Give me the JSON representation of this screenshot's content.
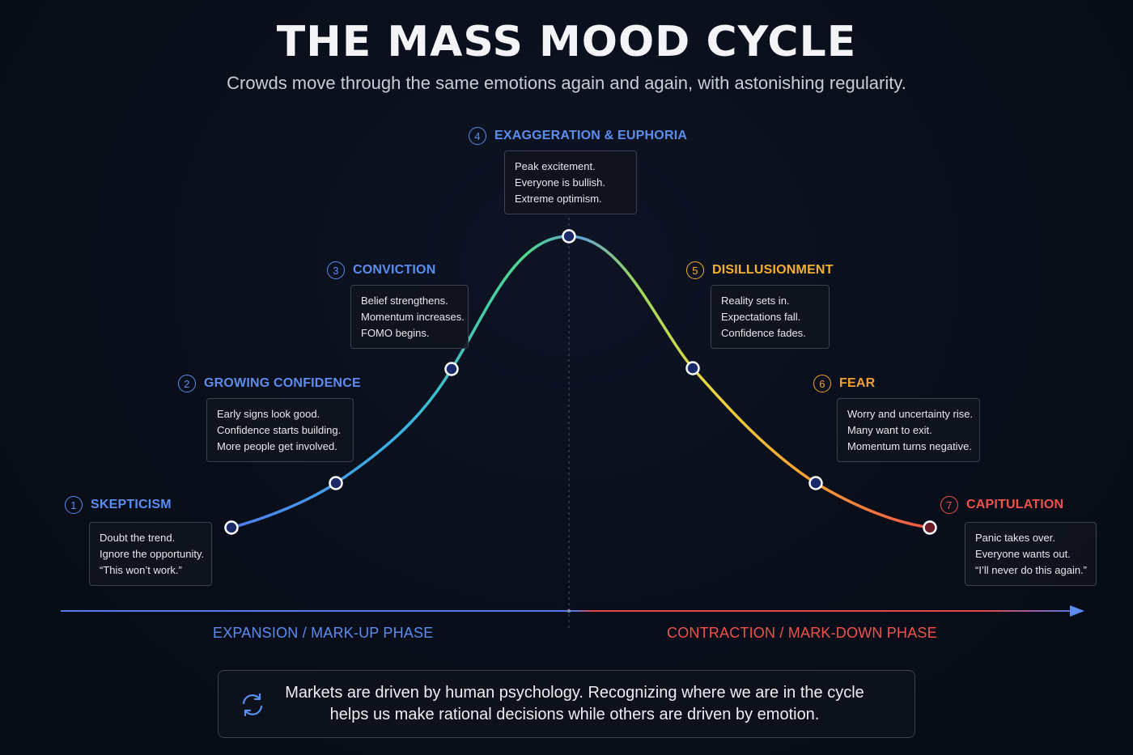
{
  "header": {
    "title": "THE MASS MOOD CYCLE",
    "subtitle": "Crowds move through the same emotions again and again, with astonishing regularity."
  },
  "stages": [
    {
      "num": "1",
      "name": "SKEPTICISM",
      "color": "#5b8def",
      "lines": [
        "Doubt the trend.",
        "Ignore the opportunity.",
        "“This won’t work.”"
      ]
    },
    {
      "num": "2",
      "name": "GROWING CONFIDENCE",
      "color": "#5b8def",
      "lines": [
        "Early signs look good.",
        "Confidence starts building.",
        "More people get involved."
      ]
    },
    {
      "num": "3",
      "name": "CONVICTION",
      "color": "#5b8def",
      "lines": [
        "Belief strengthens.",
        "Momentum increases.",
        "FOMO begins."
      ]
    },
    {
      "num": "4",
      "name": "EXAGGERATION & EUPHORIA",
      "color": "#5b8def",
      "lines": [
        "Peak excitement.",
        "Everyone is bullish.",
        "Extreme optimism."
      ]
    },
    {
      "num": "5",
      "name": "DISILLUSIONMENT",
      "color": "#f2b030",
      "lines": [
        "Reality sets in.",
        "Expectations fall.",
        "Confidence fades."
      ]
    },
    {
      "num": "6",
      "name": "FEAR",
      "color": "#f2a030",
      "lines": [
        "Worry and uncertainty rise.",
        "Many want to exit.",
        "Momentum turns negative."
      ]
    },
    {
      "num": "7",
      "name": "CAPITULATION",
      "color": "#f0524a",
      "lines": [
        "Panic takes over.",
        "Everyone wants out.",
        "“I’ll never do this again.”"
      ]
    }
  ],
  "phases": {
    "expansion": {
      "label": "EXPANSION / MARK-UP PHASE",
      "color": "#5b8def"
    },
    "contraction": {
      "label": "CONTRACTION / MARK-DOWN PHASE",
      "color": "#f0524a"
    }
  },
  "footer": {
    "line1": "Markets are driven by human psychology. Recognizing where we are in the cycle",
    "line2": "helps us make rational decisions while others are driven by emotion.",
    "icon": "refresh-cycle-icon"
  },
  "colors": {
    "background": "#080d18",
    "curve_gradient": [
      "#4f7bf0",
      "#38b6e0",
      "#4fd98c",
      "#5bd28a",
      "#e8d840",
      "#f5a030",
      "#f0524a"
    ],
    "node_fill": "#1b2a6b",
    "node_fill_last": "#6b1b24"
  }
}
